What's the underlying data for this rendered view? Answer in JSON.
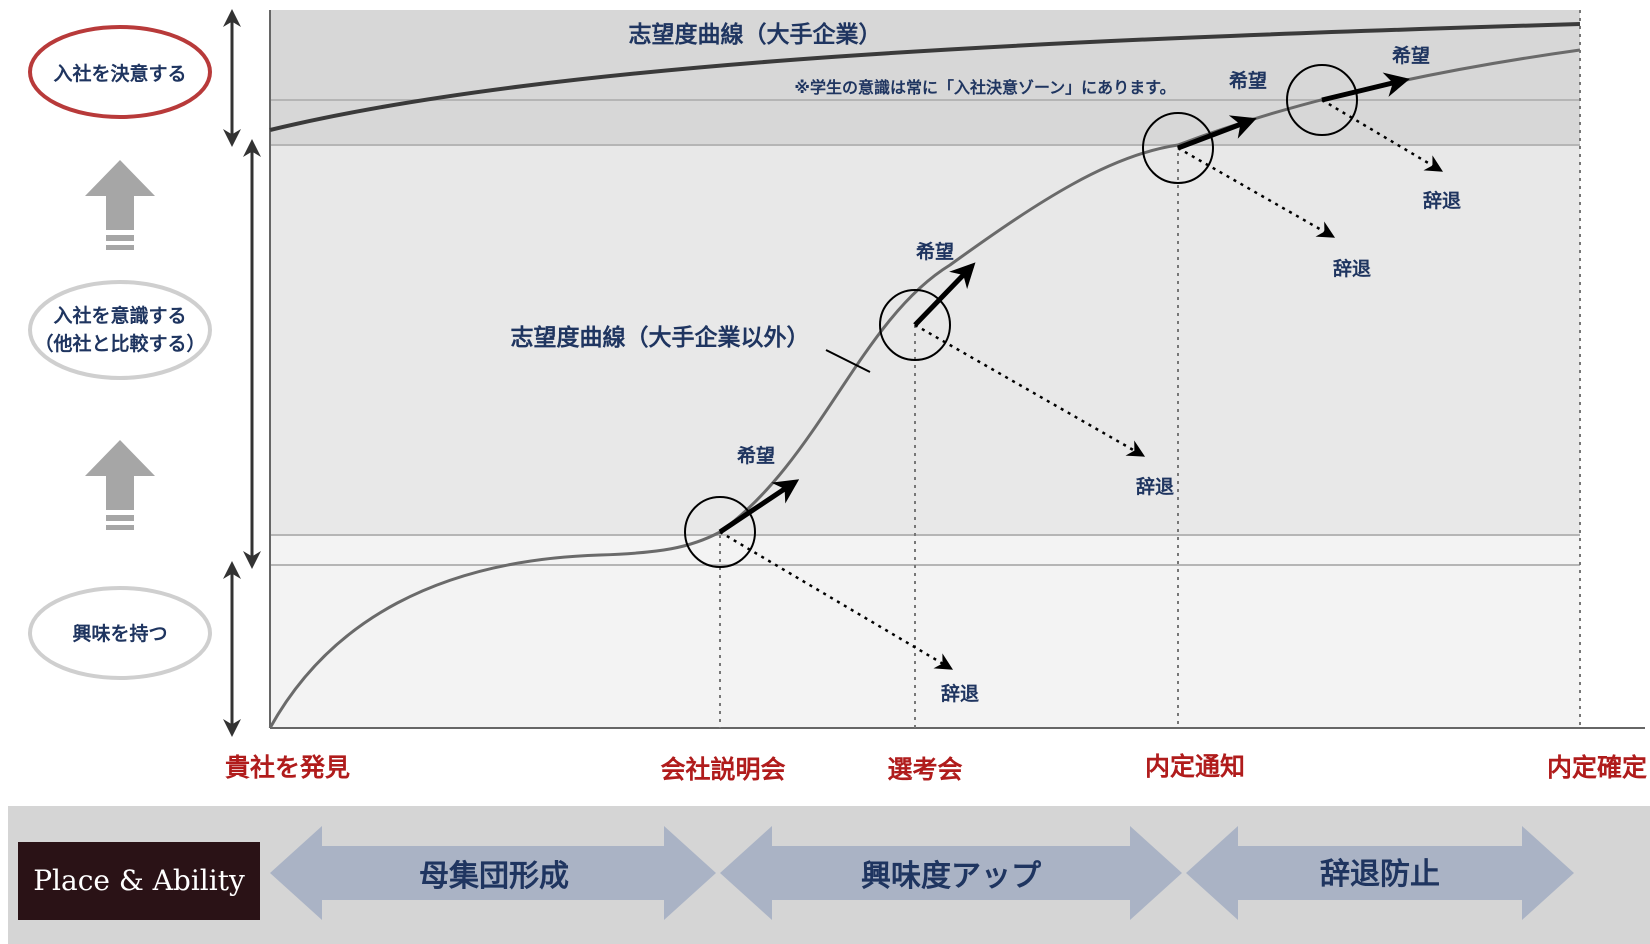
{
  "levels": {
    "decide": "入社を決意する",
    "conscious_line1": "入社を意識する",
    "conscious_line2": "（他社と比較する）",
    "interest": "興味を持つ"
  },
  "curves": {
    "large": "志望度曲線（大手企業）",
    "other": "志望度曲線（大手企業以外）"
  },
  "note": "※学生の意識は常に「入社決意ゾーン」にあります。",
  "hope_label": "希望",
  "decline_label": "辞退",
  "stages": [
    "貴社を発見",
    "会社説明会",
    "選考会",
    "内定通知",
    "内定確定"
  ],
  "phases": [
    "母集団形成",
    "興味度アップ",
    "辞退防止"
  ],
  "brand": "Place & Ability",
  "colors": {
    "red_stage": "#b01c1c",
    "navy_text": "#1f3560",
    "phase_arrow": "#aab3c5",
    "brand_bg": "#2a1216"
  }
}
